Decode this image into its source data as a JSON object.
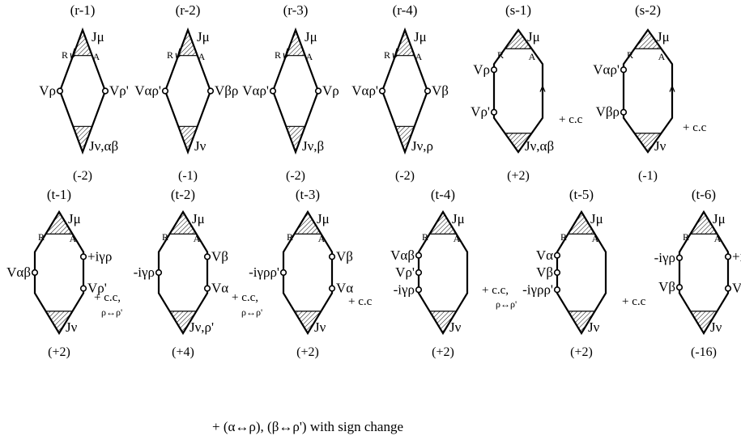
{
  "diagrams": [
    {
      "id": "r-1",
      "title": "(r-1)",
      "count": "(-2)",
      "top": "Jμ",
      "bottom": "Jν,αβ",
      "R": "R",
      "A": "A",
      "left": [
        "Vρ"
      ],
      "right": [
        "Vρ'"
      ],
      "extra": "",
      "extra2": "",
      "arrow": "left"
    },
    {
      "id": "r-2",
      "title": "(r-2)",
      "count": "(-1)",
      "top": "Jμ",
      "bottom": "Jν",
      "R": "R",
      "A": "A",
      "left": [
        "Vαρ'"
      ],
      "right": [
        "Vβρ"
      ],
      "extra": "",
      "extra2": "",
      "arrow": "left"
    },
    {
      "id": "r-3",
      "title": "(r-3)",
      "count": "(-2)",
      "top": "Jμ",
      "bottom": "Jν,β",
      "R": "R",
      "A": "A",
      "left": [
        "Vαρ'"
      ],
      "right": [
        "Vρ"
      ],
      "extra": "",
      "extra2": "",
      "arrow": "left"
    },
    {
      "id": "r-4",
      "title": "(r-4)",
      "count": "(-2)",
      "top": "Jμ",
      "bottom": "Jν,ρ",
      "R": "R",
      "A": "A",
      "left": [
        "Vαρ'"
      ],
      "right": [
        "Vβ"
      ],
      "extra": "",
      "extra2": "",
      "arrow": "left"
    },
    {
      "id": "s-1",
      "title": "(s-1)",
      "count": "(+2)",
      "top": "Jμ",
      "bottom": "Jν,αβ",
      "R": "R",
      "A": "A",
      "left": [
        "Vρ",
        "Vρ'"
      ],
      "right": [],
      "extra": "+ c.c",
      "extra2": "",
      "arrow": "right"
    },
    {
      "id": "s-2",
      "title": "(s-2)",
      "count": "(-1)",
      "top": "Jμ",
      "bottom": "Jν",
      "R": "R",
      "A": "A",
      "left": [
        "Vαρ'",
        "Vβρ"
      ],
      "right": [],
      "extra": "+ c.c",
      "extra2": "",
      "arrow": "right"
    },
    {
      "id": "t-1",
      "title": "(t-1)",
      "count": "(+2)",
      "top": "Jμ",
      "bottom": "Jν",
      "R": "R",
      "A": "A",
      "left": [
        "Vαβ"
      ],
      "right": [
        "+iγρ",
        "Vρ'"
      ],
      "extra": "+ c.c,",
      "extra2": "ρ↔ρ'",
      "arrow": ""
    },
    {
      "id": "t-2",
      "title": "(t-2)",
      "count": "(+4)",
      "top": "Jμ",
      "bottom": "Jν,ρ'",
      "R": "R",
      "A": "A",
      "left": [
        "-iγρ"
      ],
      "right": [
        "Vβ",
        "Vα"
      ],
      "extra": "+ c.c,",
      "extra2": "ρ↔ρ'",
      "arrow": ""
    },
    {
      "id": "t-3",
      "title": "(t-3)",
      "count": "(+2)",
      "top": "Jμ",
      "bottom": "Jν",
      "R": "R",
      "A": "A",
      "left": [
        "-iγρρ'"
      ],
      "right": [
        "Vβ",
        "Vα"
      ],
      "extra": "+ c.c",
      "extra2": "",
      "arrow": ""
    },
    {
      "id": "t-4",
      "title": "(t-4)",
      "count": "(+2)",
      "top": "Jμ",
      "bottom": "Jν",
      "R": "R",
      "A": "A",
      "left": [
        "Vαβ",
        "Vρ'",
        "-iγρ"
      ],
      "right": [],
      "extra": "+ c.c,",
      "extra2": "ρ↔ρ'",
      "arrow": ""
    },
    {
      "id": "t-5",
      "title": "(t-5)",
      "count": "(+2)",
      "top": "Jμ",
      "bottom": "Jν",
      "R": "R",
      "A": "A",
      "left": [
        "Vα",
        "Vβ",
        "-iγρρ'"
      ],
      "right": [],
      "extra": "+ c.c",
      "extra2": "",
      "arrow": ""
    },
    {
      "id": "t-6",
      "title": "(t-6)",
      "count": "(-16)",
      "top": "Jμ",
      "bottom": "Jν",
      "R": "R",
      "A": "A",
      "left": [
        "-iγρ",
        "Vβ"
      ],
      "right": [
        "+iγρ'",
        "Vα"
      ],
      "extra": "",
      "extra2": "",
      "arrow": ""
    }
  ],
  "footer": "+ (α↔ρ), (β↔ρ') with sign change"
}
